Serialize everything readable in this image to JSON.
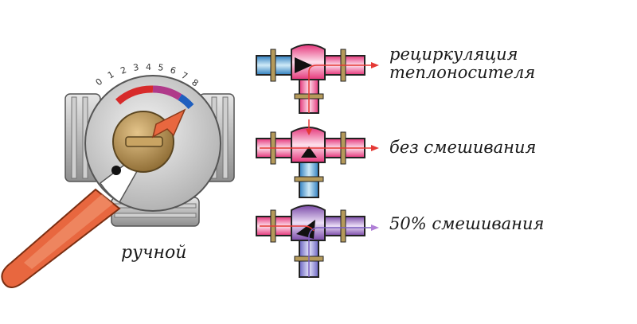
{
  "labels": {
    "manual": "ручной",
    "recirculation_line1": "рециркуляция",
    "recirculation_line2": "теплоносителя",
    "no_mixing": "без смешивания",
    "mixing_50": "50% смешивания"
  },
  "dial": {
    "numbers": [
      "0",
      "1",
      "2",
      "3",
      "4",
      "5",
      "6",
      "7",
      "8"
    ]
  },
  "colors": {
    "hot": "#e8447a",
    "cold": "#4fa8d8",
    "handle": "#e8673f",
    "body": "#c8c8c8",
    "brass": "#b08a4e",
    "arrow": "#e53935",
    "mix": "#8e5fb3"
  }
}
